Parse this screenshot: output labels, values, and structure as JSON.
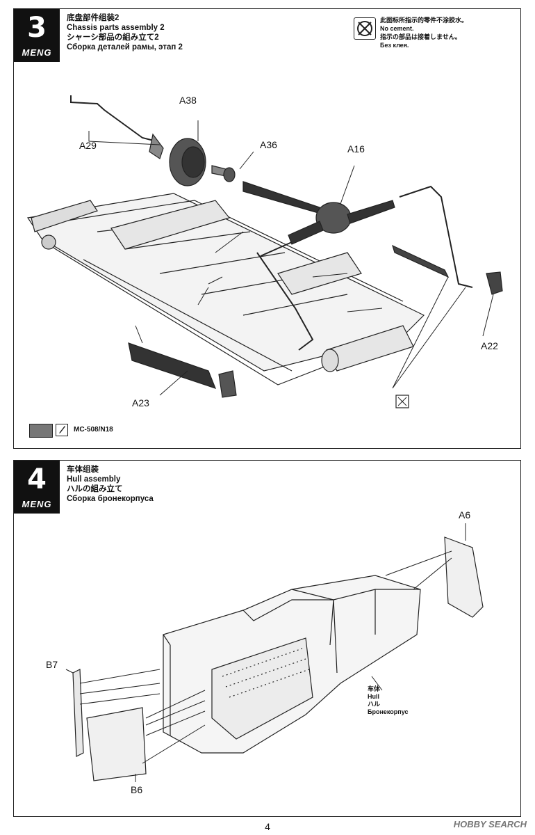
{
  "step3": {
    "number": "3",
    "brand": "MENG",
    "title_zh": "底盘部件组装2",
    "title_en": "Chassis parts assembly 2",
    "title_ja": "シャーシ部品の組み立て2",
    "title_ru": "Сборка деталей рамы, этап 2",
    "no_cement": {
      "zh": "此图标所指示的零件不涂胶水。",
      "en": "No cement.",
      "ja": "指示の部品は接着しません。",
      "ru": "Без клея."
    },
    "parts": {
      "a38": "A38",
      "a29": "A29",
      "a36": "A36",
      "a16": "A16",
      "a22": "A22",
      "a23": "A23"
    },
    "paint_code": "MC-508/N18"
  },
  "step4": {
    "number": "4",
    "brand": "MENG",
    "title_zh": "车体组装",
    "title_en": "Hull assembly",
    "title_ja": "ハルの組み立て",
    "title_ru": "Сборка бронекорпуса",
    "parts": {
      "a6": "A6",
      "b7": "B7",
      "b6": "B6"
    },
    "hull_label": {
      "zh": "车体",
      "en": "Hull",
      "ja": "ハル",
      "ru": "Бронекорпус"
    }
  },
  "page_number": "4",
  "watermark": "HOBBY SEARCH"
}
